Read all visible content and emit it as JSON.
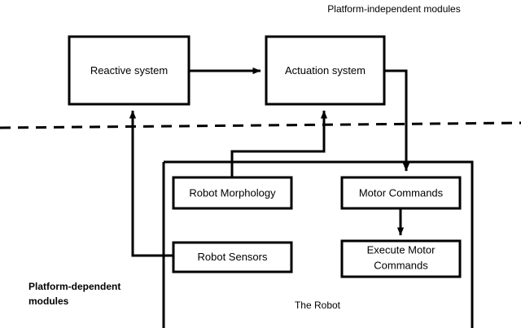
{
  "diagram": {
    "title": "Platform-independent modules",
    "annotations": {
      "platform_dependent_line1": "Platform-dependent",
      "platform_dependent_line2": "modules",
      "the_robot": "The Robot"
    },
    "boxes": {
      "reactive_system": "Reactive system",
      "actuation_system": "Actuation system",
      "robot_morphology": "Robot Morphology",
      "robot_sensors": "Robot Sensors",
      "motor_commands": "Motor Commands",
      "execute_motor_commands_line1": "Execute Motor",
      "execute_motor_commands_line2": "Commands"
    },
    "colors": {
      "stroke": "#000000",
      "fill": "#ffffff",
      "text": "#000000"
    },
    "edges": [
      {
        "from": "reactive_system",
        "to": "actuation_system",
        "style": "solid-arrow"
      },
      {
        "from": "actuation_system",
        "to": "motor_commands",
        "style": "solid-arrow"
      },
      {
        "from": "motor_commands",
        "to": "execute_motor_commands",
        "style": "solid-arrow"
      },
      {
        "from": "robot_morphology",
        "to": "actuation_system",
        "style": "solid-arrow"
      },
      {
        "from": "robot_sensors",
        "to": "reactive_system",
        "style": "solid-arrow"
      }
    ],
    "separator": {
      "type": "dashed-horizontal",
      "label": "platform boundary"
    }
  }
}
